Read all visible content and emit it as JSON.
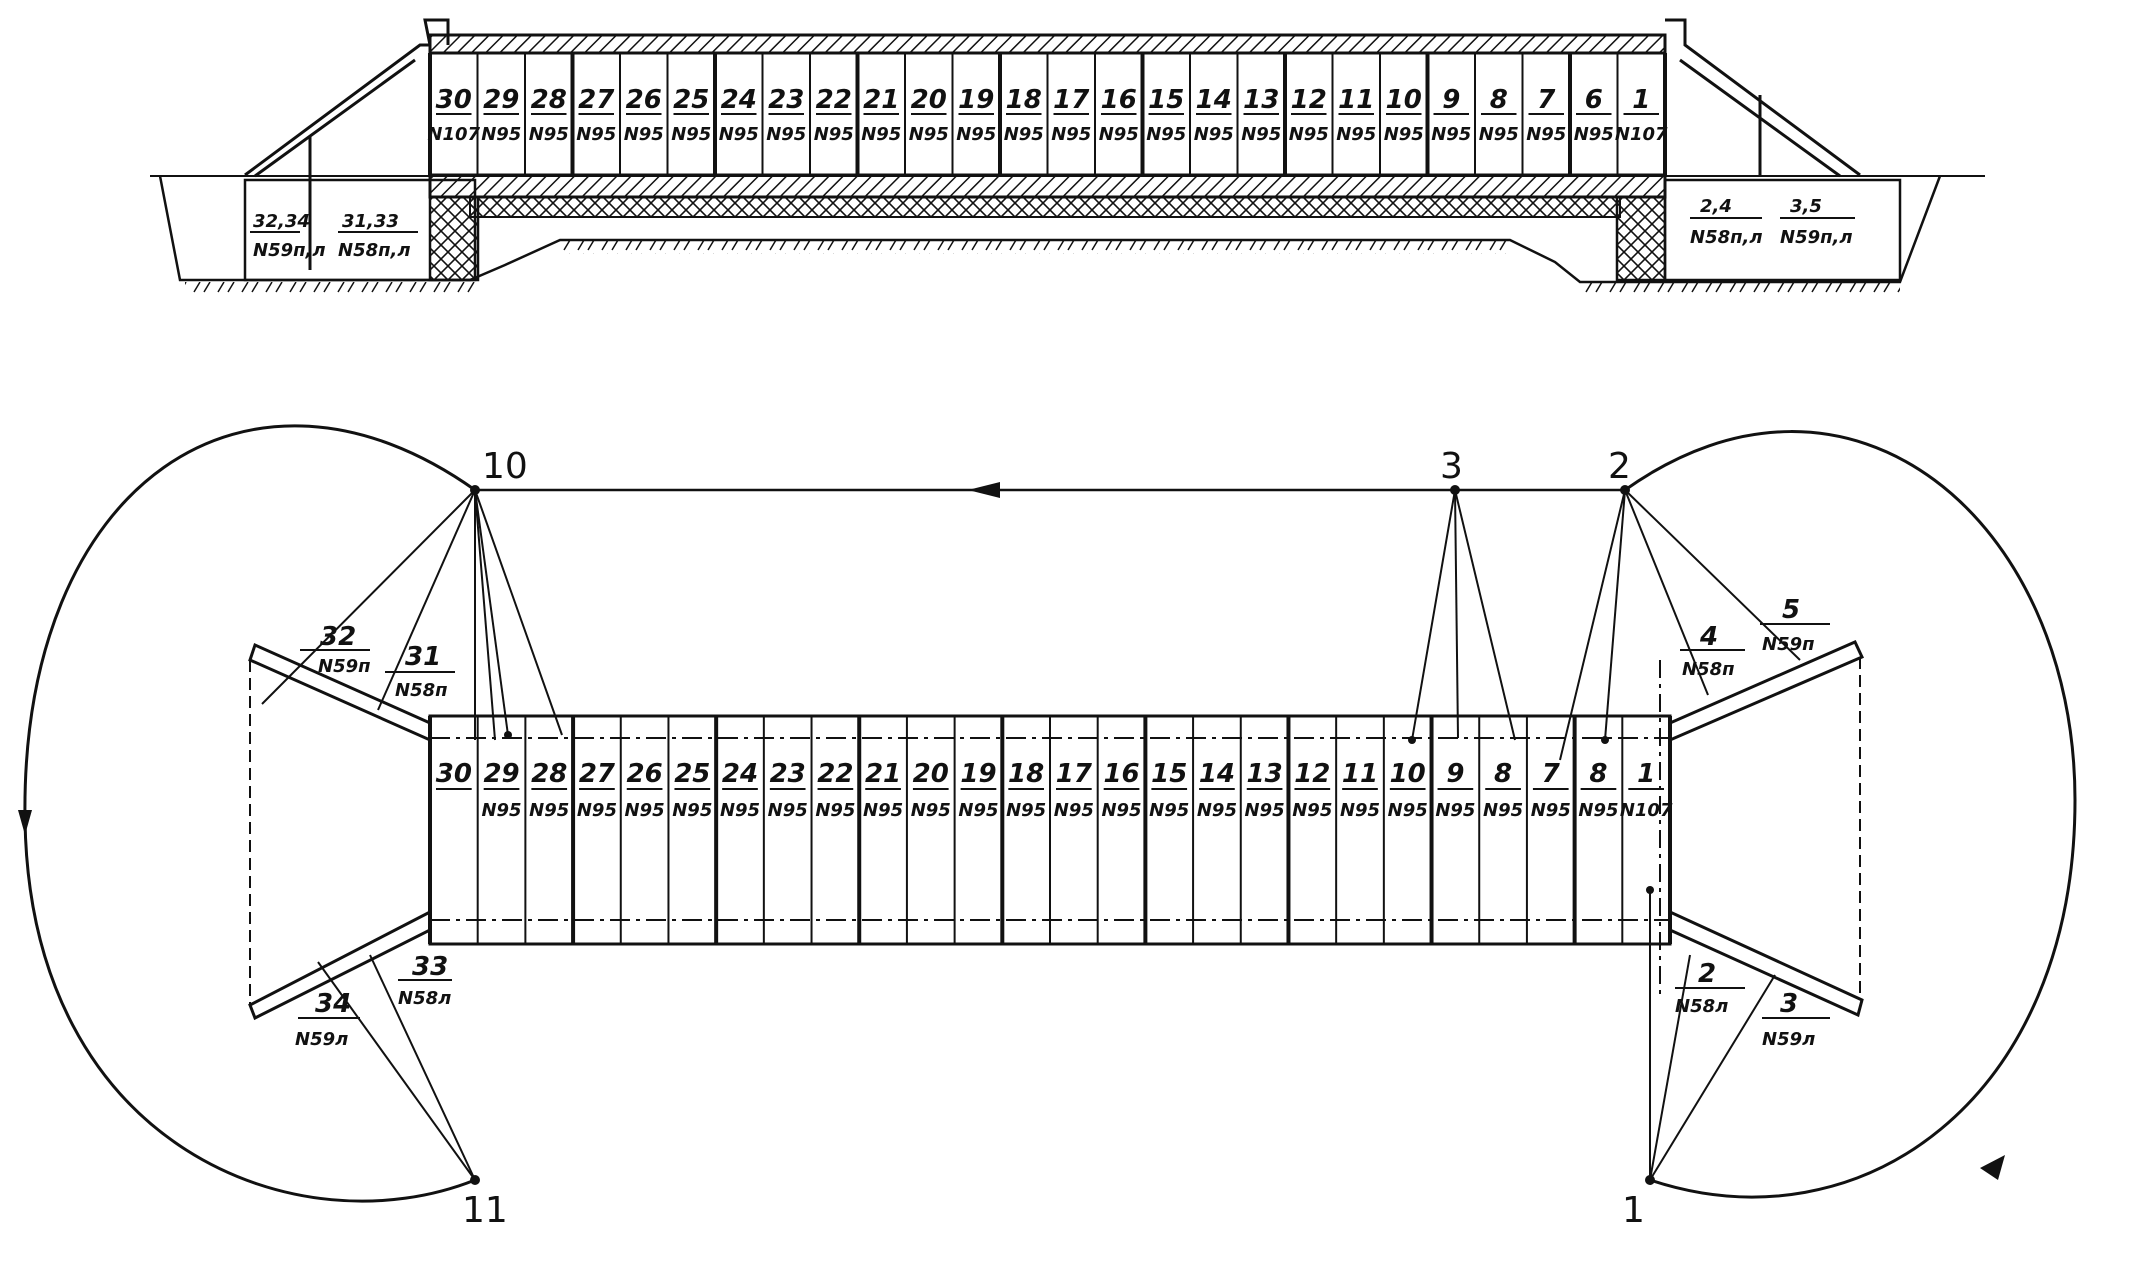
{
  "elevation": {
    "blocks": [
      {
        "n": "30",
        "t": "N107"
      },
      {
        "n": "29",
        "t": "N95"
      },
      {
        "n": "28",
        "t": "N95"
      },
      {
        "n": "27",
        "t": "N95"
      },
      {
        "n": "26",
        "t": "N95"
      },
      {
        "n": "25",
        "t": "N95"
      },
      {
        "n": "24",
        "t": "N95"
      },
      {
        "n": "23",
        "t": "N95"
      },
      {
        "n": "22",
        "t": "N95"
      },
      {
        "n": "21",
        "t": "N95"
      },
      {
        "n": "20",
        "t": "N95"
      },
      {
        "n": "19",
        "t": "N95"
      },
      {
        "n": "18",
        "t": "N95"
      },
      {
        "n": "17",
        "t": "N95"
      },
      {
        "n": "16",
        "t": "N95"
      },
      {
        "n": "15",
        "t": "N95"
      },
      {
        "n": "14",
        "t": "N95"
      },
      {
        "n": "13",
        "t": "N95"
      },
      {
        "n": "12",
        "t": "N95"
      },
      {
        "n": "11",
        "t": "N95"
      },
      {
        "n": "10",
        "t": "N95"
      },
      {
        "n": "9",
        "t": "N95"
      },
      {
        "n": "8",
        "t": "N95"
      },
      {
        "n": "7",
        "t": "N95"
      },
      {
        "n": "6",
        "t": "N95"
      },
      {
        "n": "1",
        "t": "N107"
      }
    ],
    "left_labels": [
      {
        "n": "32,34",
        "t": "N59п,л"
      },
      {
        "n": "31,33",
        "t": "N58п,л"
      }
    ],
    "right_labels": [
      {
        "n": "2,4",
        "t": "N58п,л"
      },
      {
        "n": "3,5",
        "t": "N59п,л"
      }
    ]
  },
  "plan": {
    "blocks": [
      {
        "n": "30",
        "t": ""
      },
      {
        "n": "29",
        "t": "N95"
      },
      {
        "n": "28",
        "t": "N95"
      },
      {
        "n": "27",
        "t": "N95"
      },
      {
        "n": "26",
        "t": "N95"
      },
      {
        "n": "25",
        "t": "N95"
      },
      {
        "n": "24",
        "t": "N95"
      },
      {
        "n": "23",
        "t": "N95"
      },
      {
        "n": "22",
        "t": "N95"
      },
      {
        "n": "21",
        "t": "N95"
      },
      {
        "n": "20",
        "t": "N95"
      },
      {
        "n": "19",
        "t": "N95"
      },
      {
        "n": "18",
        "t": "N95"
      },
      {
        "n": "17",
        "t": "N95"
      },
      {
        "n": "16",
        "t": "N95"
      },
      {
        "n": "15",
        "t": "N95"
      },
      {
        "n": "14",
        "t": "N95"
      },
      {
        "n": "13",
        "t": "N95"
      },
      {
        "n": "12",
        "t": "N95"
      },
      {
        "n": "11",
        "t": "N95"
      },
      {
        "n": "10",
        "t": "N95"
      },
      {
        "n": "9",
        "t": "N95"
      },
      {
        "n": "8",
        "t": "N95"
      },
      {
        "n": "7",
        "t": "N95"
      },
      {
        "n": "8",
        "t": "N95"
      },
      {
        "n": "1",
        "t": "N107"
      }
    ],
    "wings": {
      "w32": {
        "n": "32",
        "t": "N59п"
      },
      "w31": {
        "n": "31",
        "t": "N58п"
      },
      "w34": {
        "n": "34",
        "t": "N59л"
      },
      "w33": {
        "n": "33",
        "t": "N58л"
      },
      "w4": {
        "n": "4",
        "t": "N58п"
      },
      "w5": {
        "n": "5",
        "t": "N59п"
      },
      "w2": {
        "n": "2",
        "t": "N58л"
      },
      "w3": {
        "n": "3",
        "t": "N59л"
      }
    },
    "stations": {
      "s10": "10",
      "s3": "3",
      "s2": "2",
      "s1": "1",
      "s11": "11"
    }
  }
}
